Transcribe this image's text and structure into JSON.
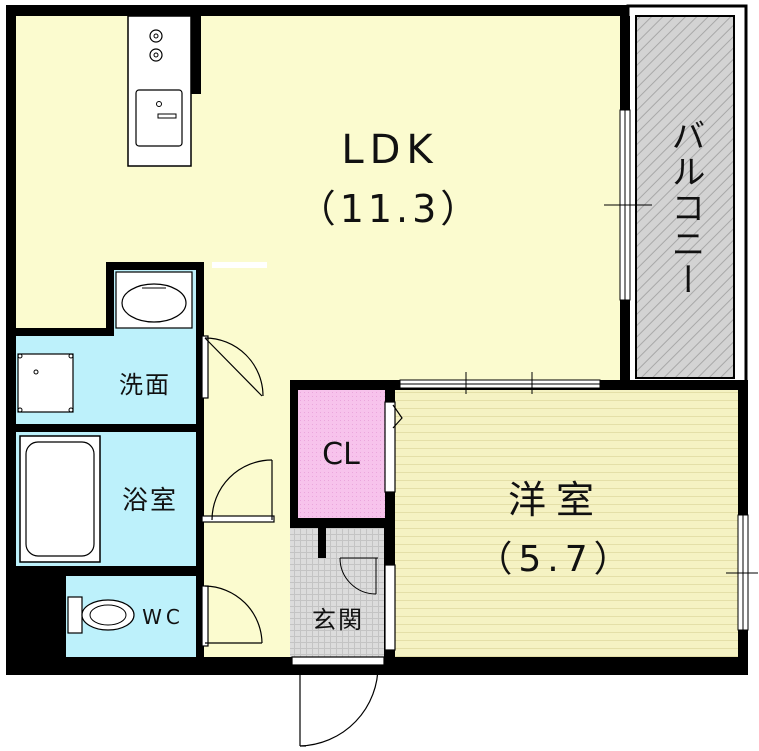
{
  "floor_plan": {
    "rooms": {
      "ldk": {
        "name": "LDK",
        "area": "（11.3）"
      },
      "balcony": {
        "name": "バルコニー"
      },
      "western": {
        "name": "洋室",
        "area": "（5.7）"
      },
      "closet": {
        "name": "CL"
      },
      "washroom": {
        "name": "洗面"
      },
      "bath": {
        "name": "浴室"
      },
      "wc": {
        "name": "WC"
      },
      "entrance": {
        "name": "玄関"
      }
    },
    "colors": {
      "ldk": "#fbfbcf",
      "western": "#f5f2c3",
      "wet_area": "#bdf1fb",
      "closet": "#f7c3ec",
      "entrance": "#dcdcdc",
      "balcony": "#d3d3d3",
      "wall": "#000000"
    }
  }
}
